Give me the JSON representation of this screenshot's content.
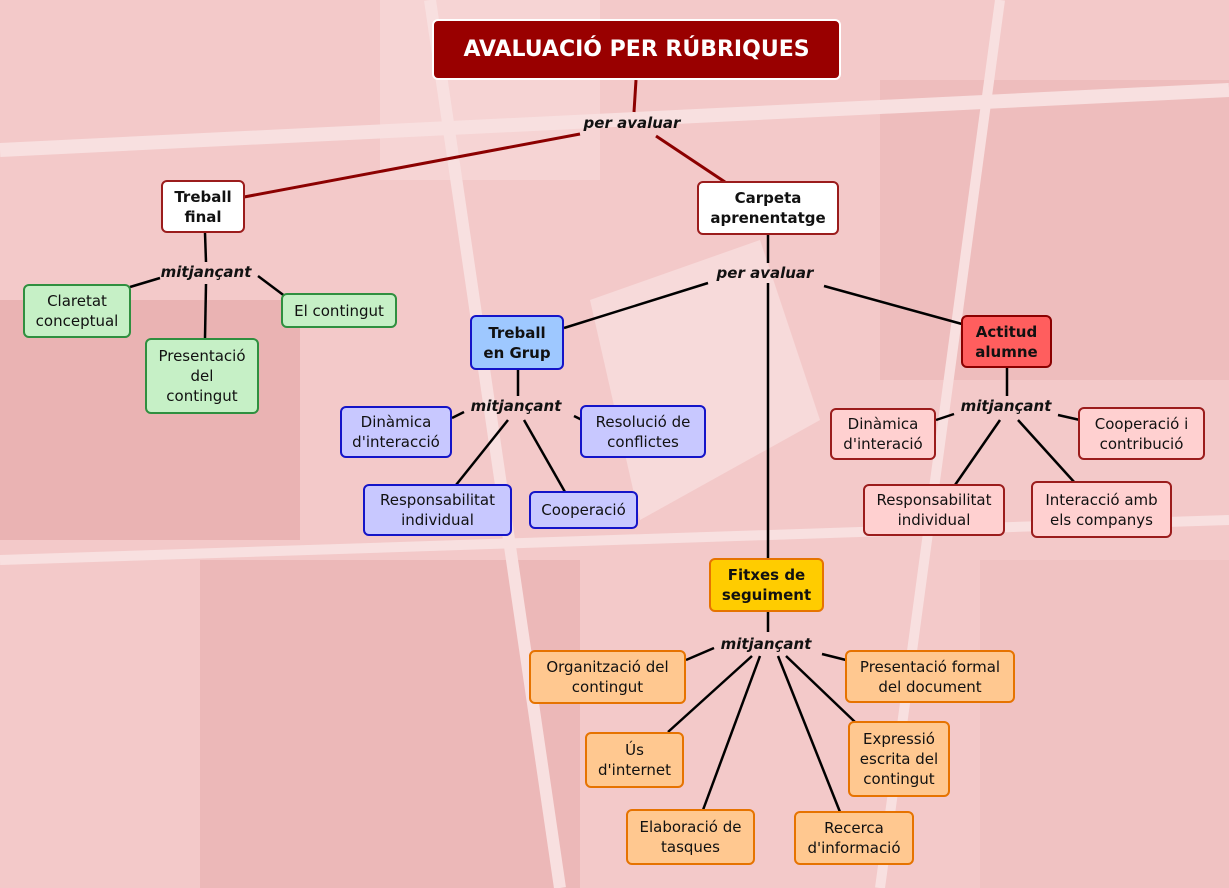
{
  "title": "AVALUACIÓ PER RÚBRIQUES",
  "phrases": {
    "per_avaluar": "per avaluar",
    "mitjancant": "mitjançant"
  },
  "nodes": {
    "treball_final": "Treball final",
    "carpeta": "Carpeta aprenentatge",
    "claretat": "Claretat conceptual",
    "el_contingut": "El contingut",
    "presentacio_contingut": "Presentació del contingut",
    "treball_grup": "Treball en Grup",
    "dinamica_interaccio": "Dinàmica d'interacció",
    "resolucio": "Resolució de conflictes",
    "responsabilitat_grup": "Responsabilitat individual",
    "cooperacio": "Cooperació",
    "actitud": "Actitud alumne",
    "dinamica_interacio": "Dinàmica d'interació",
    "cooperacio_contribucio": "Cooperació i contribució",
    "responsabilitat_actitud": "Responsabilitat individual",
    "interaccio_companys": "Interacció amb els companys",
    "fitxes": "Fitxes de seguiment",
    "organitzacio": "Organització del contingut",
    "presentacio_formal": "Presentació formal del document",
    "us_internet": "Ús d'internet",
    "expressio": "Expressió escrita del contingut",
    "elaboracio": "Elaboració de tasques",
    "recerca": "Recerca d'informació"
  },
  "colors": {
    "title_bg": "#990000",
    "green": "#c6f0c6",
    "blue": "#c8c8ff",
    "blue_header": "#9ec8ff",
    "red_header": "#ff5e5e",
    "red": "#ffd0d0",
    "yellow_header": "#ffcc00",
    "orange": "#ffc890"
  }
}
